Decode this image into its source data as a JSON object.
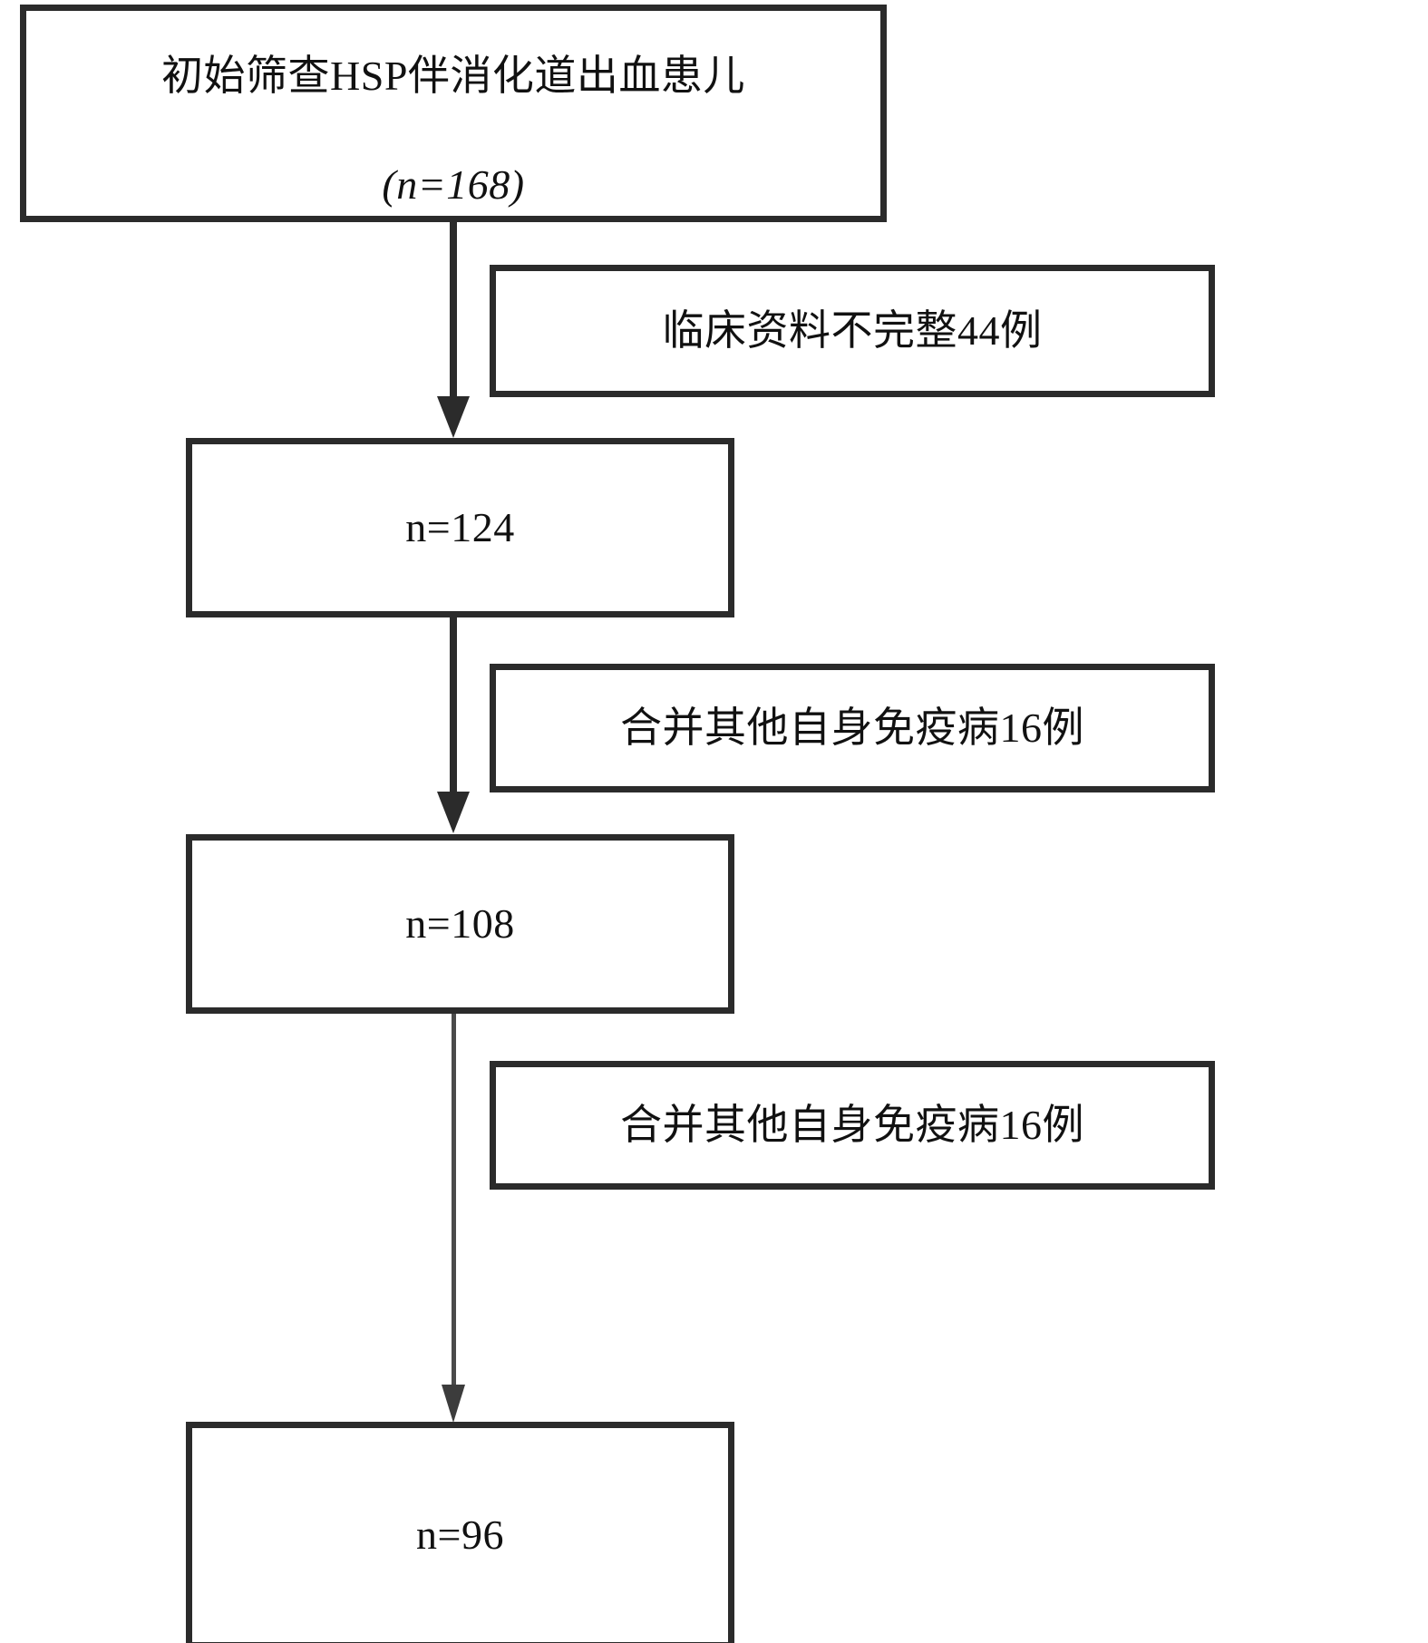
{
  "figure": {
    "type": "flowchart",
    "orientation": "top-to-bottom",
    "title": "",
    "accent_color": "#2b2b2b",
    "background_color": "#ffffff"
  },
  "nodes": {
    "screened": {
      "label_line1": "初始筛查HSP伴消化道出血患儿",
      "label_line2": "(n=168)",
      "n": 168,
      "kind": "main"
    },
    "excl_incomplete": {
      "label": "临床资料不完整44例",
      "n_excluded": 44,
      "kind": "exclusion"
    },
    "eligible_124": {
      "label": "n=124",
      "n": 124,
      "kind": "main"
    },
    "excl_autoimmune_1": {
      "label": "合并其他自身免疫病16例",
      "n_excluded": 16,
      "kind": "exclusion"
    },
    "eligible_108": {
      "label": "n=108",
      "n": 108,
      "kind": "main"
    },
    "excl_autoimmune_2": {
      "label": "合并其他自身免疫病16例",
      "n_excluded": 16,
      "kind": "exclusion"
    },
    "final_96": {
      "label": "n=96",
      "n": 96,
      "kind": "main"
    }
  },
  "edges": [
    {
      "from": "screened",
      "to": "eligible_124",
      "excludes": "excl_incomplete"
    },
    {
      "from": "eligible_124",
      "to": "eligible_108",
      "excludes": "excl_autoimmune_1"
    },
    {
      "from": "eligible_108",
      "to": "final_96",
      "excludes": "excl_autoimmune_2"
    }
  ]
}
